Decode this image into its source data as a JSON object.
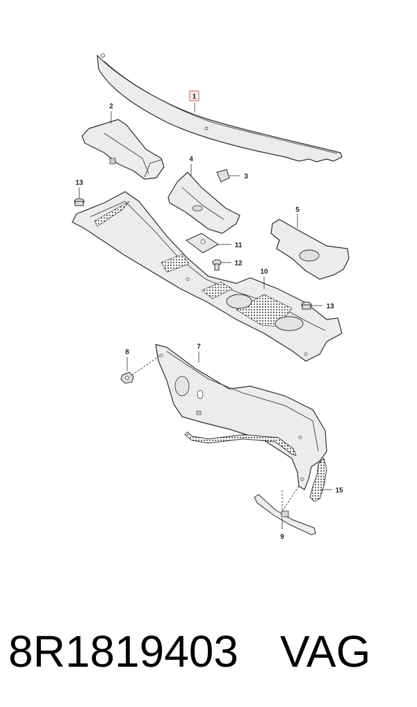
{
  "callouts": [
    {
      "id": "1",
      "highlighted": true
    },
    {
      "id": "2"
    },
    {
      "id": "3"
    },
    {
      "id": "4"
    },
    {
      "id": "5"
    },
    {
      "id": "7"
    },
    {
      "id": "8"
    },
    {
      "id": "9"
    },
    {
      "id": "10"
    },
    {
      "id": "11"
    },
    {
      "id": "12"
    },
    {
      "id": "13"
    },
    {
      "id": "13b",
      "label": "13"
    },
    {
      "id": "15"
    }
  ],
  "labels": {
    "c1": "1",
    "c2": "2",
    "c3": "3",
    "c4": "4",
    "c5": "5",
    "c7": "7",
    "c8": "8",
    "c9": "9",
    "c10": "10",
    "c11": "11",
    "c12": "12",
    "c13a": "13",
    "c13b": "13",
    "c15": "15"
  },
  "footer": {
    "part_number": "8R1819403",
    "brand": "VAG"
  },
  "colors": {
    "line": "#2a2a2a",
    "fill": "#ebebeb",
    "mesh": "#555555",
    "highlight": "#d9534f"
  }
}
